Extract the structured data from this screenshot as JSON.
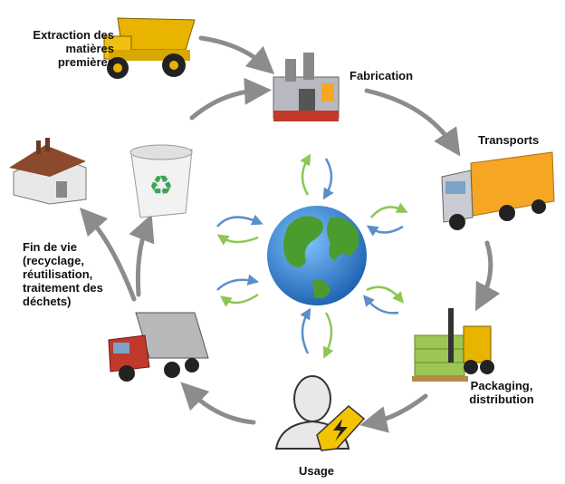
{
  "stages": {
    "extraction": "Extraction des matières premières",
    "fabrication": "Fabrication",
    "transports": "Transports",
    "packaging": "Packaging, distribution",
    "usage": "Usage",
    "fin_de_vie": "Fin de vie (recyclage, réutilisation, traitement des déchets)"
  },
  "colors": {
    "cycle_arrow": "#8c8c8c",
    "blue_arrow": "#5b8fc9",
    "green_arrow": "#8cc751",
    "truck_cargo": "#f5a623",
    "ocean": "#2a7bd0",
    "land": "#4a9c2e"
  }
}
